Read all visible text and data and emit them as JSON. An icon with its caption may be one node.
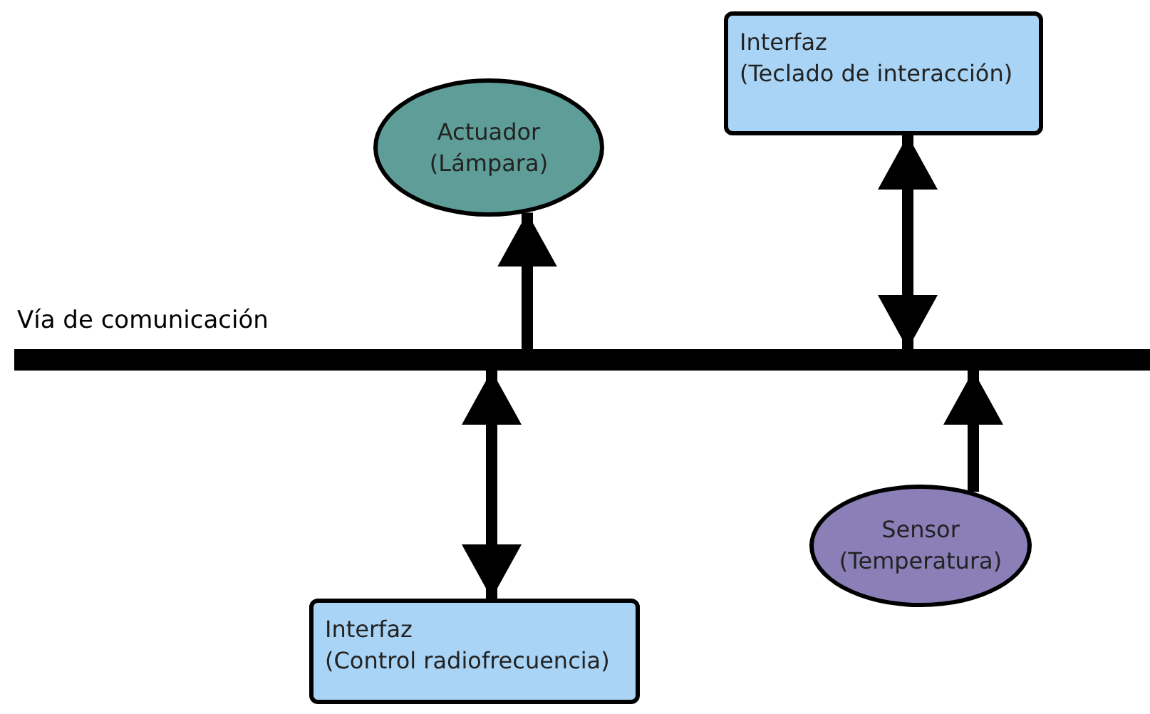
{
  "diagram": {
    "nodes": [
      {
        "text": [],
        "shape": "bar",
        "beside": [
          "Vía de comunicación"
        ]
      },
      {
        "text": [
          "Actuador",
          "(Lámpara)"
        ]
      },
      {
        "text": [
          "Interfaz",
          "(Teclado de interacción)"
        ]
      },
      {
        "text": [
          "Sensor",
          "(Temperatura)"
        ]
      },
      {
        "text": [
          "Interfaz",
          "(Control radiofrecuencia)"
        ]
      }
    ],
    "edges": [
      {
        "from": 0,
        "to": 1,
        "arrow": "to"
      },
      {
        "from": 2,
        "to": 0,
        "arrow": "both"
      },
      {
        "from": 0,
        "to": 4,
        "arrow": "both"
      },
      {
        "from": 3,
        "to": 0,
        "arrow": "to"
      }
    ]
  }
}
